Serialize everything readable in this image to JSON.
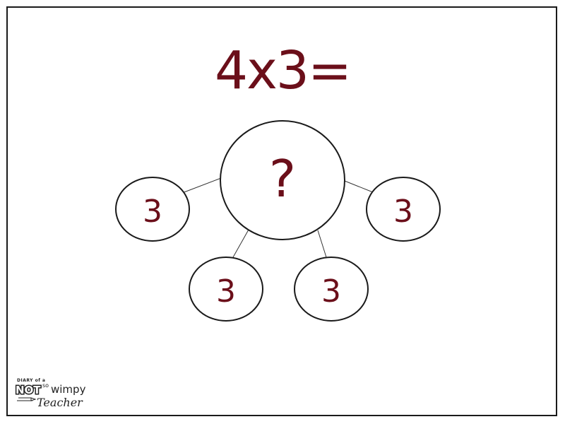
{
  "title": "4x3=",
  "center_node": {
    "label": "?"
  },
  "nodes": [
    {
      "label": "3"
    },
    {
      "label": "3"
    },
    {
      "label": "3"
    },
    {
      "label": "3"
    }
  ],
  "logo": {
    "line1": "DIARY of a",
    "line2_not": "NOT",
    "line2_so": "so",
    "line2_wimpy": "wimpy",
    "line3": "Teacher"
  },
  "colors": {
    "text": "#6b0f1a",
    "outline": "#1a1a1a"
  }
}
